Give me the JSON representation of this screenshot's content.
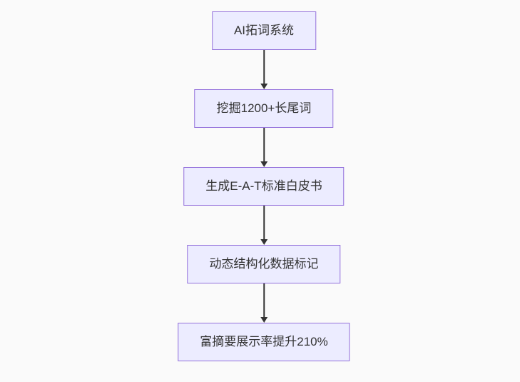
{
  "diagram": {
    "kind": "flowchart-top-down",
    "colors": {
      "background": "#fafafa",
      "node_fill": "#ececff",
      "node_border": "#9370db",
      "node_text": "#333333",
      "arrow": "#333333"
    },
    "nodes": [
      {
        "id": "n1",
        "label": "AI拓词系统"
      },
      {
        "id": "n2",
        "label": "挖掘1200+长尾词"
      },
      {
        "id": "n3",
        "label": "生成E-A-T标准白皮书"
      },
      {
        "id": "n4",
        "label": "动态结构化数据标记"
      },
      {
        "id": "n5",
        "label": "富摘要展示率提升210%"
      }
    ],
    "edges": [
      {
        "from": "n1",
        "to": "n2"
      },
      {
        "from": "n2",
        "to": "n3"
      },
      {
        "from": "n3",
        "to": "n4"
      },
      {
        "from": "n4",
        "to": "n5"
      }
    ]
  }
}
